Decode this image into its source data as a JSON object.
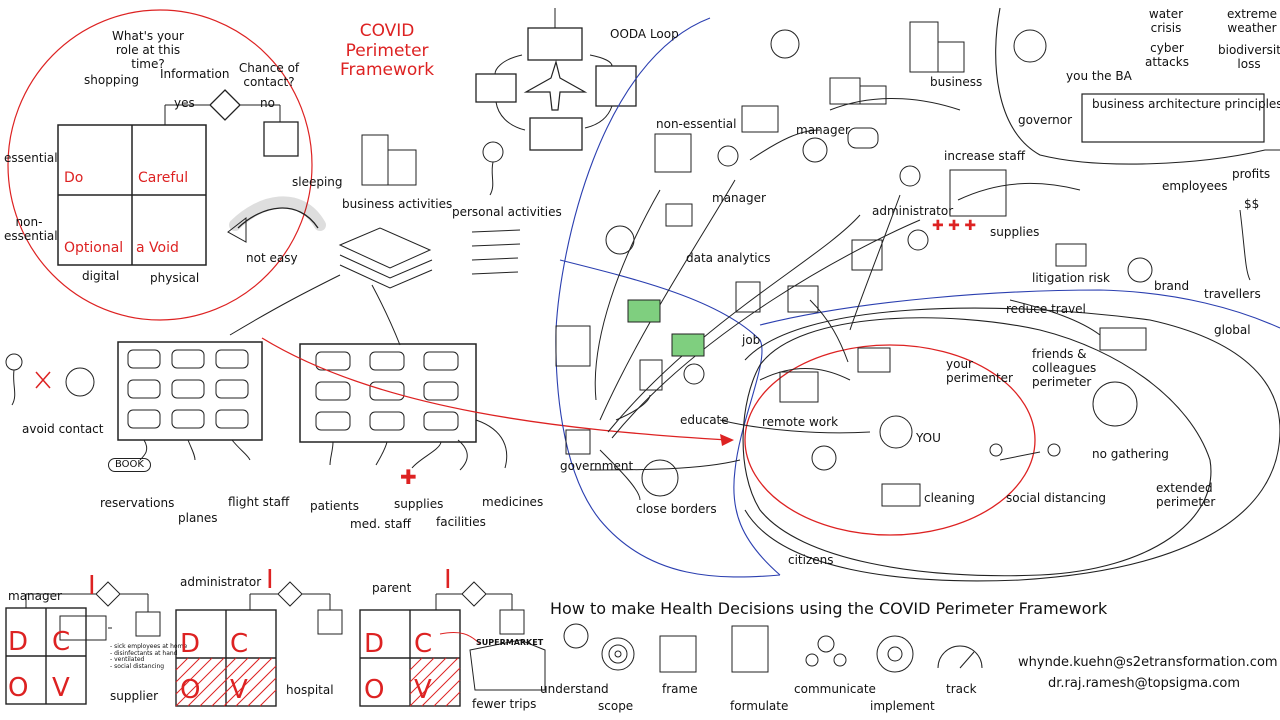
{
  "title": {
    "line1": "COVID",
    "line2": "Perimeter",
    "line3": "Framework"
  },
  "decision_tree": {
    "question": "What's your role at this time?",
    "information": "Information",
    "chance": "Chance of contact?",
    "yes": "yes",
    "no": "no",
    "shopping": "shopping",
    "sleeping": "sleeping",
    "essential": "essential",
    "non_essential": "non-essential",
    "digital": "digital",
    "physical": "physical",
    "do": "Do",
    "careful": "Careful",
    "optional": "Optional",
    "avoid": "a Void",
    "not_easy": "not easy"
  },
  "ooda": "OODA Loop",
  "activities": {
    "business": "business activities",
    "personal": "personal activities",
    "avoid_contact": "avoid contact"
  },
  "travel": {
    "reservations": "reservations",
    "book": "BOOK",
    "planes": "planes",
    "flight_staff": "flight staff"
  },
  "health": {
    "patients": "patients",
    "med_staff": "med. staff",
    "supplies": "supplies",
    "facilities": "facilities",
    "medicines": "medicines"
  },
  "right": {
    "non_essential": "non-essential",
    "manager1": "manager",
    "manager2": "manager",
    "data_analytics": "data analytics",
    "administrator": "administrator",
    "increase_staff": "increase staff",
    "supplies": "supplies",
    "business": "business",
    "you_the_ba": "you the BA",
    "governor": "governor",
    "water_crisis": "water crisis",
    "cyber_attacks": "cyber attacks",
    "extreme_weather": "extreme weather",
    "biodiversity_loss": "biodiversity loss",
    "ba_principles": "business architecture principles",
    "employees": "employees",
    "profits": "profits",
    "dollars": "$$",
    "litigation": "litigation risk",
    "brand": "brand",
    "travellers": "travellers",
    "job": "job",
    "reduce_travel": "reduce travel",
    "global": "global",
    "your_perimeter": "your perimenter",
    "friends": "friends & colleagues perimeter",
    "remote_work": "remote work",
    "you": "YOU",
    "cleaning": "cleaning",
    "social_distancing": "social distancing",
    "no_gathering": "no gathering",
    "extended": "extended perimeter",
    "educate": "educate",
    "government": "government",
    "close_borders": "close borders",
    "citizens": "citizens"
  },
  "bottom": {
    "manager": "manager",
    "supplier": "supplier",
    "supplier_notes": [
      "- sick employees at home",
      "- disinfectants at hand",
      "- ventilated",
      "- social distancing"
    ],
    "administrator": "administrator",
    "hospital": "hospital",
    "parent": "parent",
    "fewer_trips": "fewer trips",
    "supermarket": "SUPERMARKET",
    "letters": {
      "d": "D",
      "c": "C",
      "o": "O",
      "v": "V",
      "i": "I"
    }
  },
  "howto": {
    "heading": "How to make Health Decisions using the  COVID Perimeter Framework",
    "steps": [
      "understand",
      "scope",
      "frame",
      "formulate",
      "communicate",
      "implement",
      "track"
    ]
  },
  "contacts": [
    "whynde.kuehn@s2etransformation.com",
    "dr.raj.ramesh@topsigma.com"
  ],
  "colors": {
    "accent": "#dd2222",
    "blue": "#2b3fb0",
    "ink": "#111111"
  }
}
